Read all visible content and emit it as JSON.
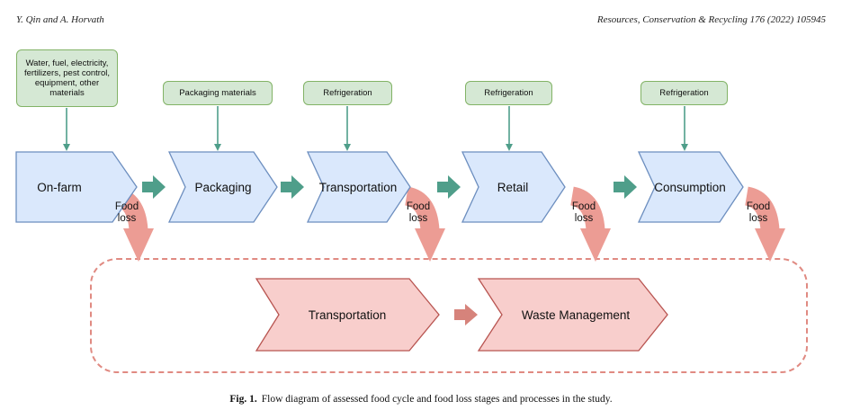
{
  "header": {
    "authors": "Y. Qin and A. Horvath",
    "journal": "Resources, Conservation & Recycling 176 (2022) 105945"
  },
  "inputs": [
    "Water, fuel, electricity, fertilizers, pest control, equipment, other materials",
    "Packaging materials",
    "Refrigeration",
    "Refrigeration",
    "Refrigeration"
  ],
  "stages": [
    "On-farm",
    "Packaging",
    "Transportation",
    "Retail",
    "Consumption"
  ],
  "food_loss_label": "Food loss",
  "loss_stages": [
    "Transportation",
    "Waste Management"
  ],
  "caption": {
    "fig_label": "Fig. 1.",
    "text": "Flow diagram of assessed food cycle and food loss stages and processes in the study."
  },
  "colors": {
    "input_fill": "#d5e8d4",
    "input_border": "#82b366",
    "stage_fill": "#dae8fc",
    "stage_border": "#6c8ebf",
    "flow_arrow": "#4f9e8a",
    "loss_stage_fill": "#f8cecc",
    "loss_stage_border": "#b85450",
    "food_loss_arrow": "#ec9c94",
    "loss_box_border": "#e08a82"
  }
}
